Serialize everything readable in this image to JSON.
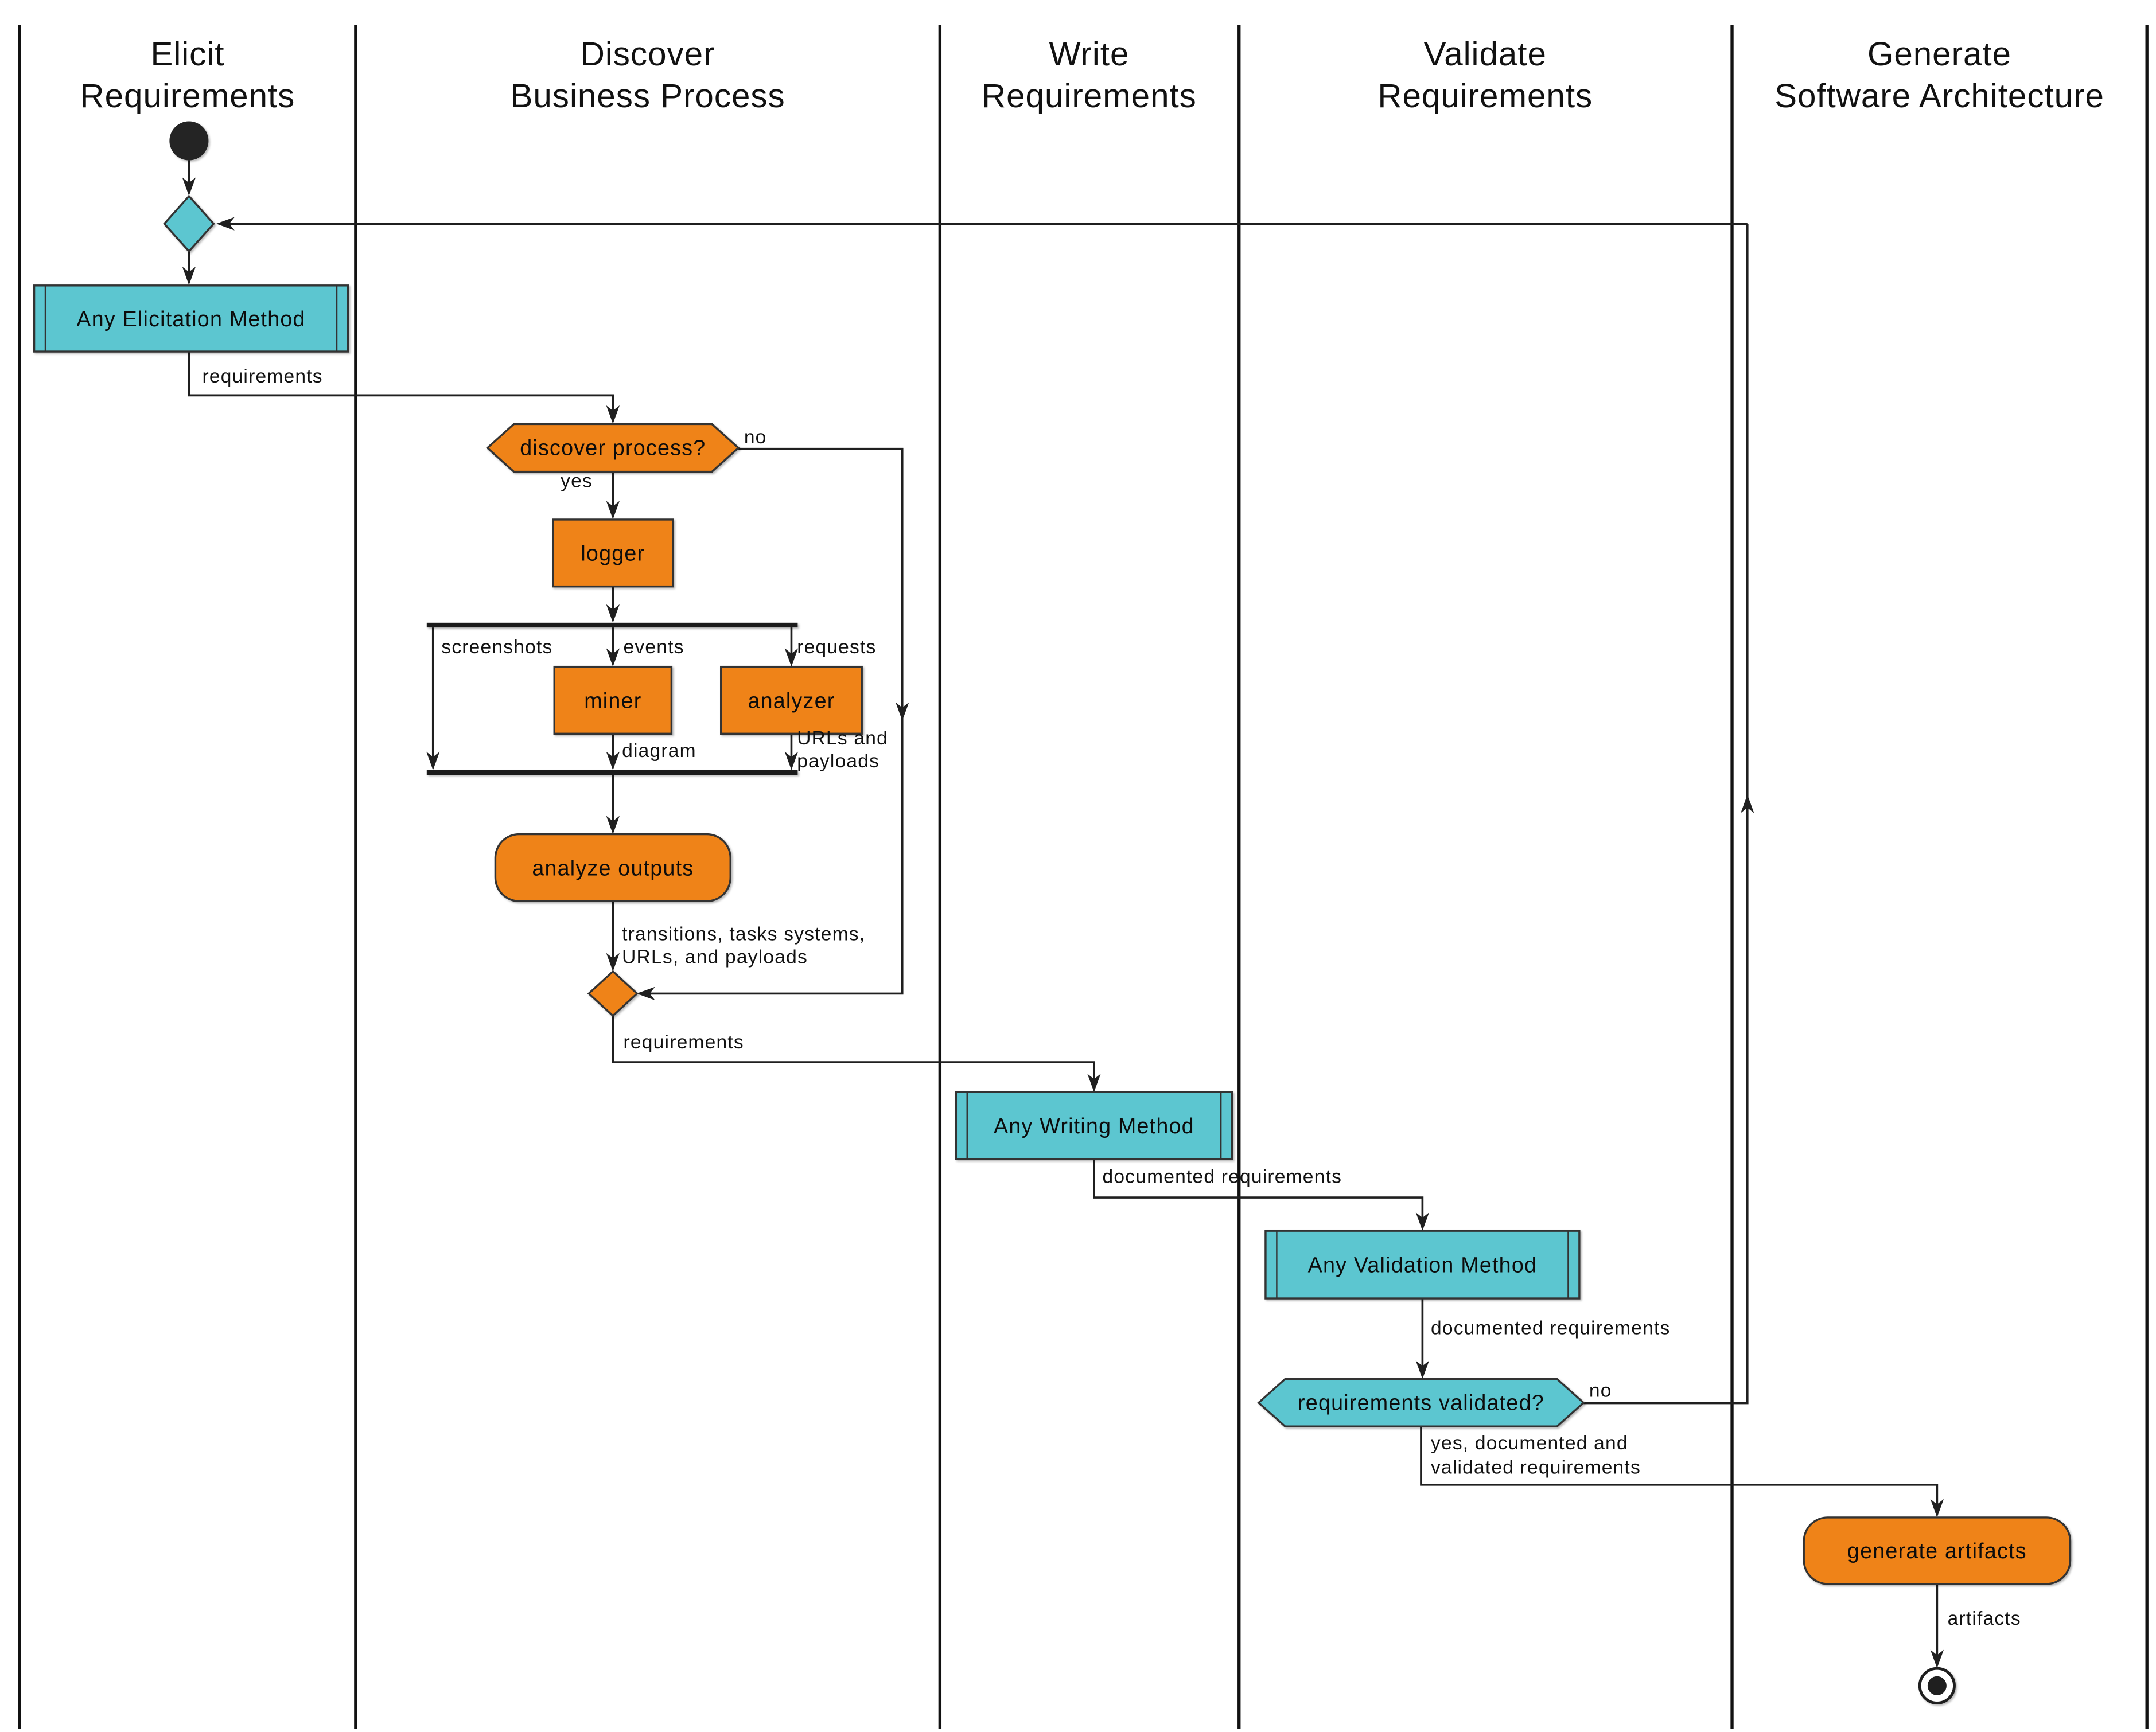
{
  "diagram": {
    "type": "activity-swimlane-flowchart",
    "lanes": [
      {
        "id": "elicit-requirements",
        "line1": "Elicit",
        "line2": "Requirements"
      },
      {
        "id": "discover-business-process",
        "line1": "Discover",
        "line2": "Business Process"
      },
      {
        "id": "write-requirements",
        "line1": "Write",
        "line2": "Requirements"
      },
      {
        "id": "validate-requirements",
        "line1": "Validate",
        "line2": "Requirements"
      },
      {
        "id": "generate-software-architecture",
        "line1": "Generate",
        "line2": "Software Architecture"
      }
    ],
    "nodes": {
      "any_elicitation_method": "Any Elicitation Method",
      "discover_process": "discover process?",
      "logger": "logger",
      "miner": "miner",
      "analyzer": "analyzer",
      "analyze_outputs": "analyze outputs",
      "any_writing_method": "Any Writing Method",
      "any_validation_method": "Any Validation Method",
      "requirements_validated": "requirements validated?",
      "generate_artifacts": "generate artifacts"
    },
    "edge_labels": {
      "requirements_1": "requirements",
      "no_1": "no",
      "yes_1": "yes",
      "screenshots": "screenshots",
      "events": "events",
      "requests": "requests",
      "diagram": "diagram",
      "urls_payloads_line1": "URLs and",
      "urls_payloads_line2": "payloads",
      "transitions_line1": "transitions, tasks systems,",
      "transitions_line2": "URLs, and payloads",
      "requirements_2": "requirements",
      "documented_requirements_1": "documented requirements",
      "documented_requirements_2": "documented requirements",
      "no_2": "no",
      "yes_2_line1": "yes, documented and",
      "yes_2_line2": "validated requirements",
      "artifacts": "artifacts"
    },
    "colors": {
      "teal": "#5cc6d0",
      "orange": "#ef8318",
      "line": "#1f1f1f",
      "start_fill": "#242424",
      "background": "#ffffff"
    }
  }
}
